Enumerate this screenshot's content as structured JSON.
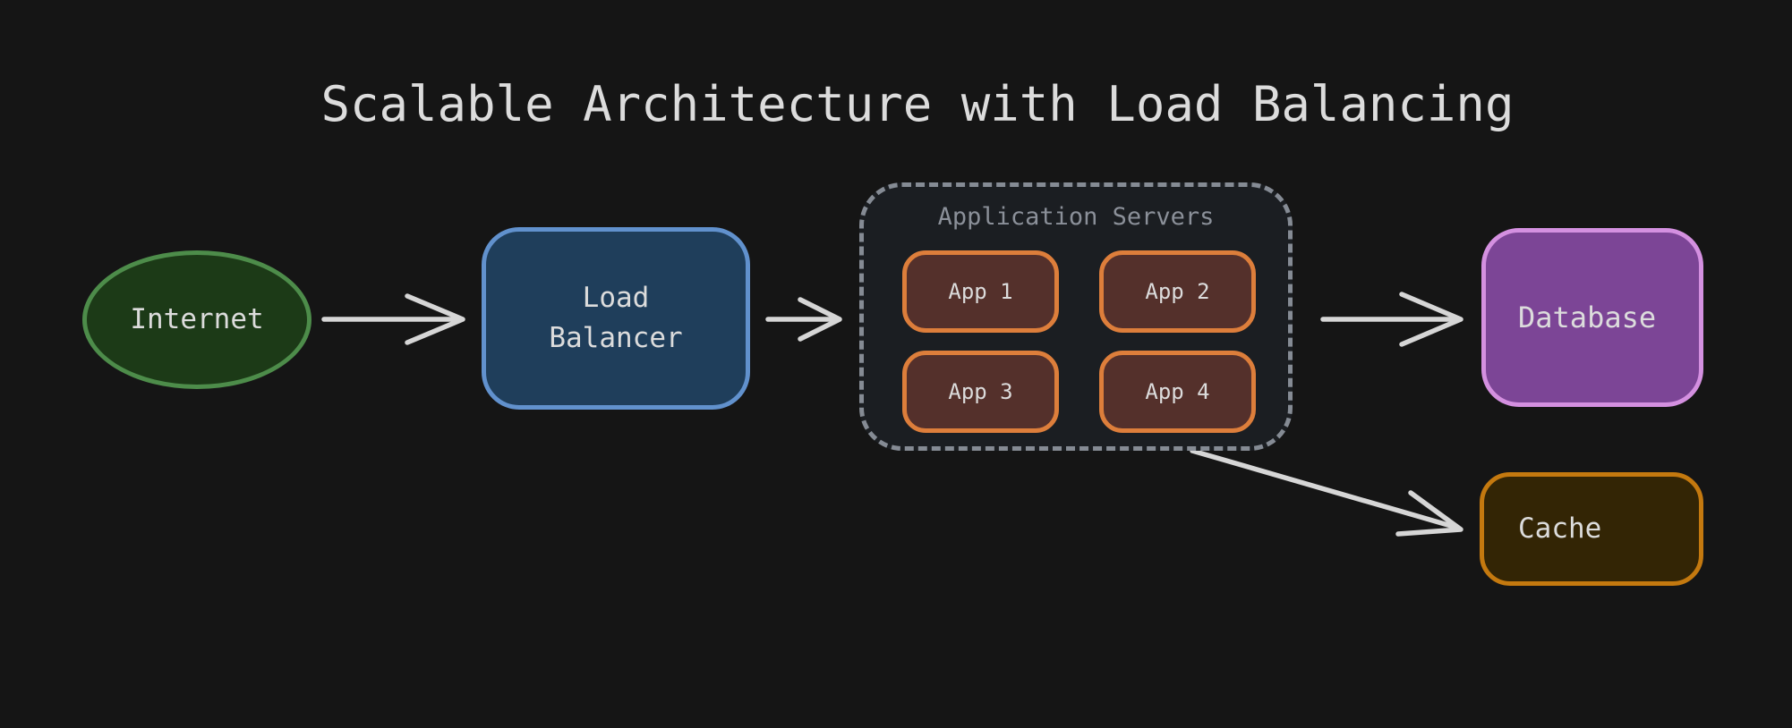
{
  "title": "Scalable Architecture with Load Balancing",
  "colors": {
    "background": "#151515",
    "text": "#dcdcdc",
    "arrow": "#d6d6d6",
    "internet_fill": "#1c3a17",
    "internet_stroke": "#4d8c4a",
    "load_balancer_fill": "#1f3e5b",
    "load_balancer_stroke": "#6191cd",
    "container_fill": "#1b1e22",
    "container_stroke": "#858b94",
    "container_label": "#8b9099",
    "app_fill": "#54302b",
    "app_stroke": "#dd7e3b",
    "database_fill": "#7c4596",
    "database_stroke": "#d490e0",
    "cache_fill": "#332505",
    "cache_stroke": "#c4790f"
  },
  "nodes": {
    "internet": {
      "label": "Internet",
      "shape": "ellipse"
    },
    "load_balancer": {
      "label": "Load\nBalancer",
      "shape": "rounded-rect"
    },
    "database": {
      "label": "Database",
      "shape": "rounded-rect"
    },
    "cache": {
      "label": "Cache",
      "shape": "rounded-rect"
    }
  },
  "container": {
    "label": "Application Servers",
    "apps": [
      {
        "label": "App 1"
      },
      {
        "label": "App 2"
      },
      {
        "label": "App 3"
      },
      {
        "label": "App 4"
      }
    ]
  },
  "arrows": [
    {
      "from": "internet",
      "to": "load-balancer"
    },
    {
      "from": "load-balancer",
      "to": "application-servers"
    },
    {
      "from": "application-servers",
      "to": "database"
    },
    {
      "from": "application-servers",
      "to": "cache"
    }
  ]
}
